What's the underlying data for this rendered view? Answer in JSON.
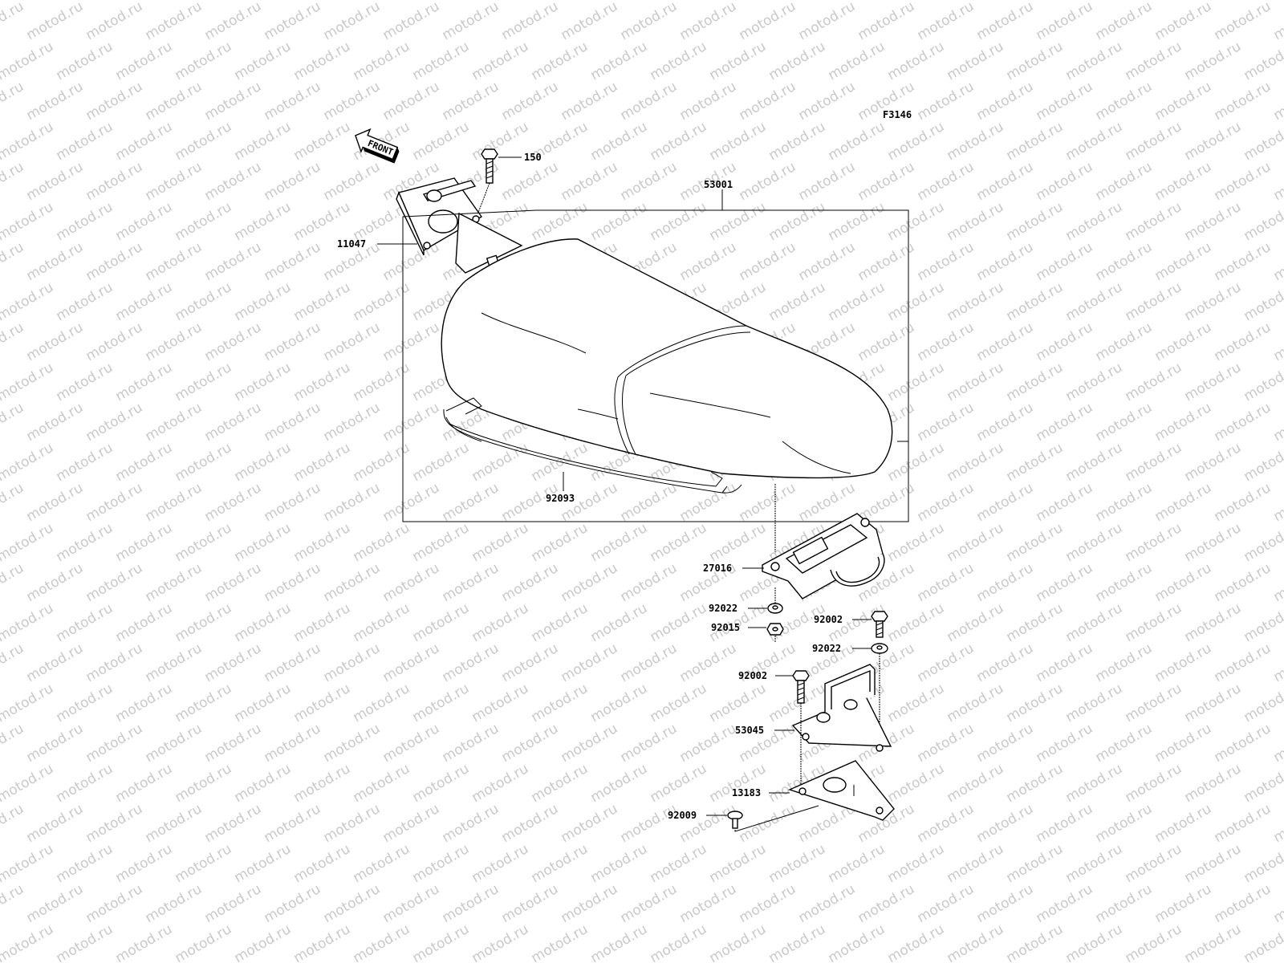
{
  "figure_code": "F3146",
  "front_label": "FRONT",
  "watermark": "motod.ru",
  "parts": {
    "p150": "150",
    "p11047": "11047",
    "p53001": "53001",
    "p92093": "92093",
    "p27016": "27016",
    "p92022a": "92022",
    "p92015": "92015",
    "p92002a": "92002",
    "p92022b": "92022",
    "p92002b": "92002",
    "p53045": "53045",
    "p13183": "13183",
    "p92009": "92009"
  }
}
